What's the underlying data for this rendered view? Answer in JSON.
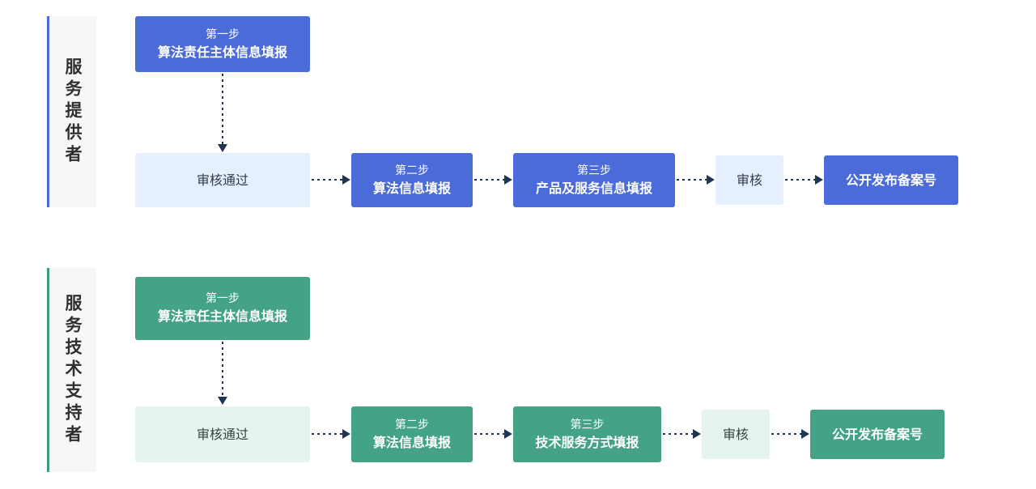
{
  "sections": [
    {
      "label": "服务提供者",
      "step1": {
        "step": "第一步",
        "title": "算法责任主体信息填报"
      },
      "review_pass": "审核通过",
      "step2": {
        "step": "第二步",
        "title": "算法信息填报"
      },
      "step3": {
        "step": "第三步",
        "title": "产品及服务信息填报"
      },
      "review": "审核",
      "publish": "公开发布备案号"
    },
    {
      "label": "服务技术支持者",
      "step1": {
        "step": "第一步",
        "title": "算法责任主体信息填报"
      },
      "review_pass": "审核通过",
      "step2": {
        "step": "第二步",
        "title": "算法信息填报"
      },
      "step3": {
        "step": "第三步",
        "title": "技术服务方式填报"
      },
      "review": "审核",
      "publish": "公开发布备案号"
    }
  ],
  "colors": {
    "blue": "#4a6bd8",
    "blue_light": "#e6effc",
    "green": "#44a286",
    "green_light": "#e5f4f0",
    "arrow": "#1f3556"
  }
}
